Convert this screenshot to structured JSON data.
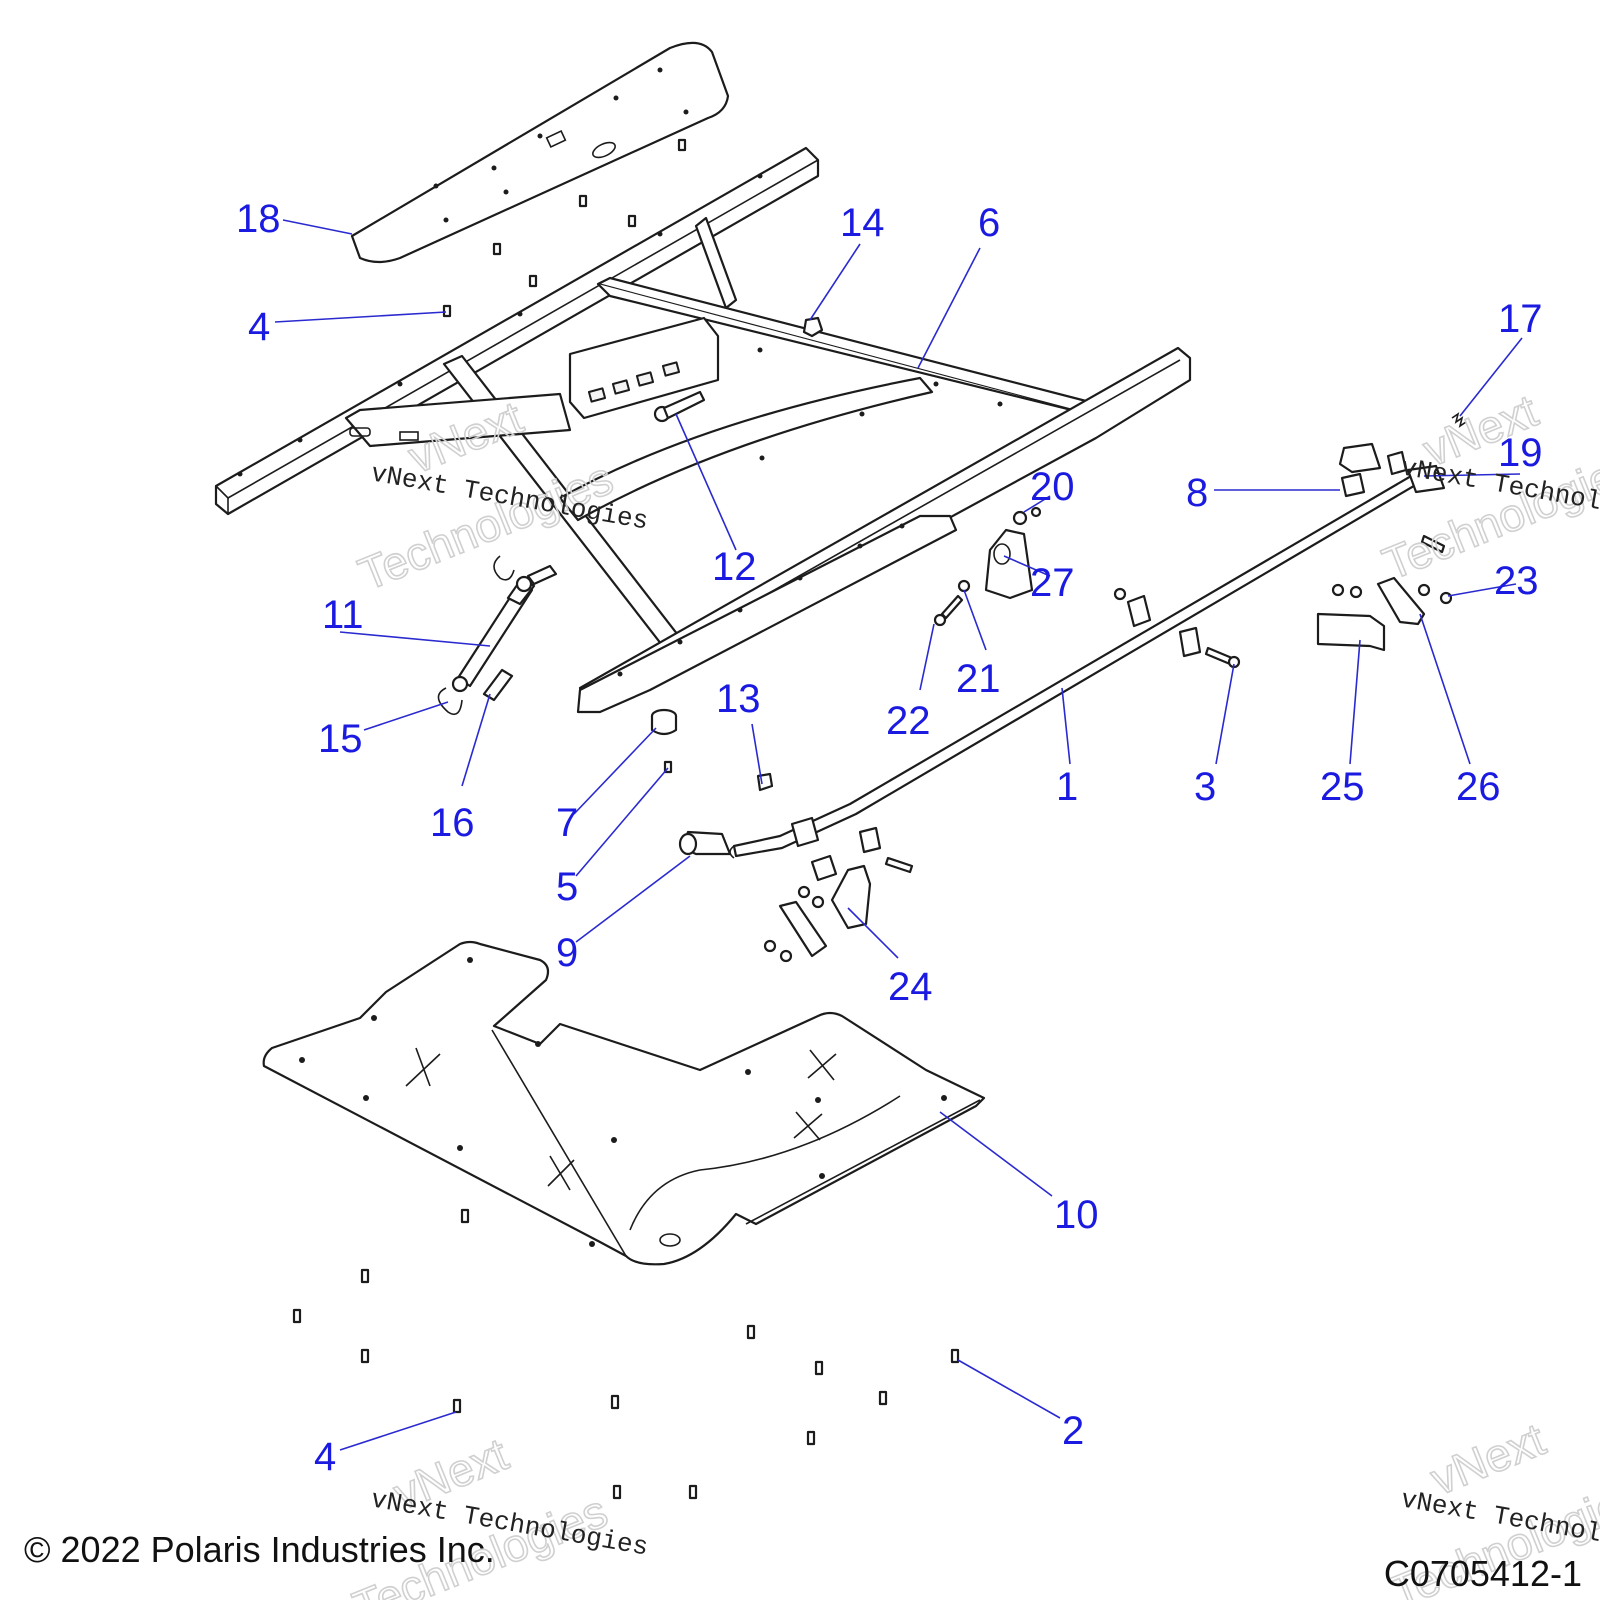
{
  "callouts": [
    {
      "id": "c1",
      "label": "1"
    },
    {
      "id": "c2",
      "label": "2"
    },
    {
      "id": "c3",
      "label": "3"
    },
    {
      "id": "c4a",
      "label": "4"
    },
    {
      "id": "c4b",
      "label": "4"
    },
    {
      "id": "c5",
      "label": "5"
    },
    {
      "id": "c6",
      "label": "6"
    },
    {
      "id": "c7",
      "label": "7"
    },
    {
      "id": "c8",
      "label": "8"
    },
    {
      "id": "c9",
      "label": "9"
    },
    {
      "id": "c10",
      "label": "10"
    },
    {
      "id": "c11",
      "label": "11"
    },
    {
      "id": "c12",
      "label": "12"
    },
    {
      "id": "c13",
      "label": "13"
    },
    {
      "id": "c14",
      "label": "14"
    },
    {
      "id": "c15",
      "label": "15"
    },
    {
      "id": "c16",
      "label": "16"
    },
    {
      "id": "c17",
      "label": "17"
    },
    {
      "id": "c18",
      "label": "18"
    },
    {
      "id": "c19",
      "label": "19"
    },
    {
      "id": "c20",
      "label": "20"
    },
    {
      "id": "c21",
      "label": "21"
    },
    {
      "id": "c22",
      "label": "22"
    },
    {
      "id": "c23",
      "label": "23"
    },
    {
      "id": "c24",
      "label": "24"
    },
    {
      "id": "c25",
      "label": "25"
    },
    {
      "id": "c26",
      "label": "26"
    },
    {
      "id": "c27",
      "label": "27"
    }
  ],
  "watermark": {
    "brand": "vNext",
    "brand_line2": "Technologies",
    "caption": "vNext Technologies"
  },
  "footer": {
    "copyright": "© 2022 Polaris Industries Inc.",
    "figure_code": "C0705412-1"
  }
}
